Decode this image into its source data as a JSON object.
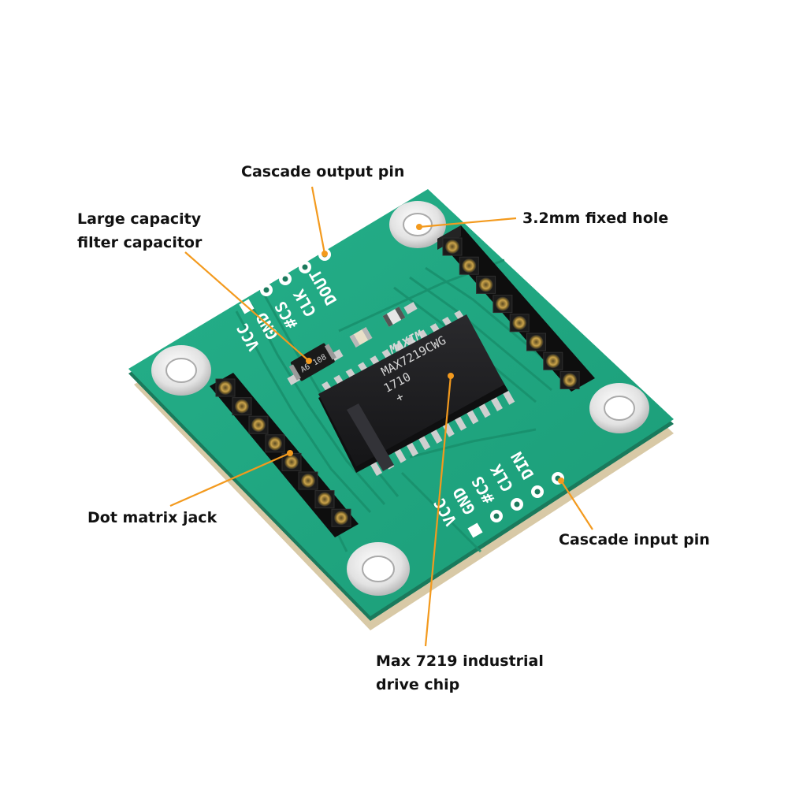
{
  "callouts": {
    "cascade_output": "Cascade output pin",
    "capacitor_line1": "Large capacity",
    "capacitor_line2": "filter capacitor",
    "fixed_hole": "3.2mm fixed hole",
    "dot_matrix_jack": "Dot matrix jack",
    "cascade_input": "Cascade input pin",
    "chip_line1": "Max 7219 industrial",
    "chip_line2": "drive chip"
  },
  "board": {
    "silk_top": [
      "VCC",
      "GND",
      "#CS",
      "CLK",
      "DOUT"
    ],
    "silk_bottom": [
      "VCC",
      "GND",
      "#CS",
      "CLK",
      "DIN"
    ],
    "chip_brand": "MAXIM",
    "chip_part": "MAX7219CWG",
    "chip_date": "1710",
    "chip_mark": "+",
    "capacitor_code": "A6 108"
  },
  "colors": {
    "pcb": "#1fa37e",
    "pcb_edge": "#1a7a5c",
    "silkscreen": "#ffffff",
    "chip": "#1c1c1e",
    "header": "#121212",
    "leader_line": "#f39a1e",
    "label_text": "#111111"
  }
}
